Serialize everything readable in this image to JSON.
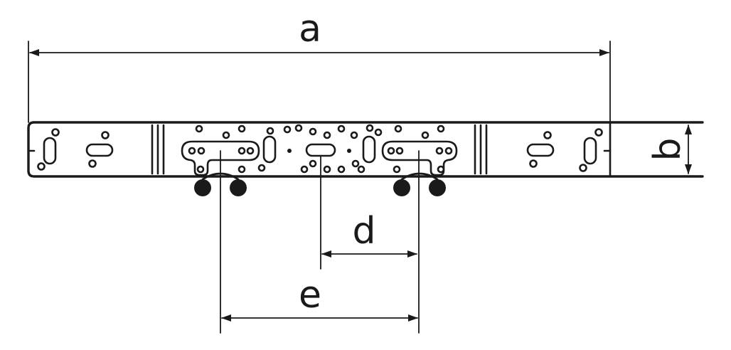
{
  "labels": {
    "a": "a",
    "b": "b",
    "d": "d",
    "e": "e"
  },
  "colors": {
    "line": "#1a1a1a",
    "background": "#ffffff"
  }
}
